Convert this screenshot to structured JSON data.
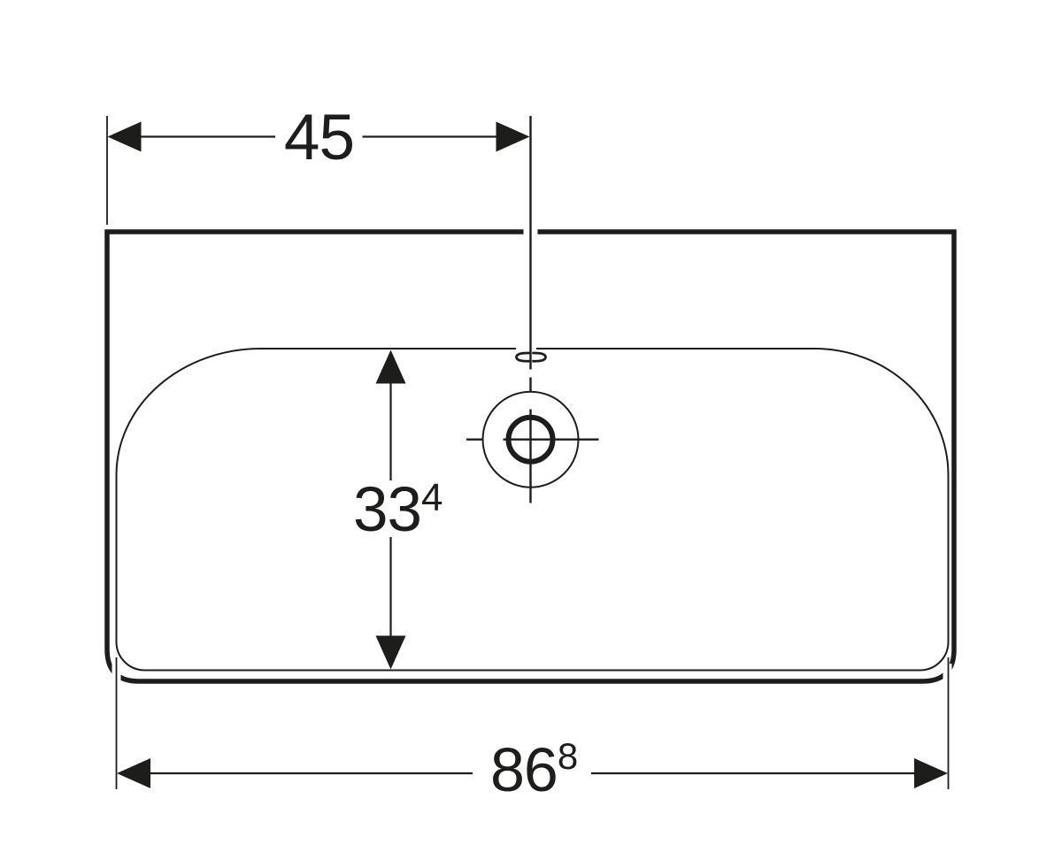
{
  "page": {
    "background_color": "#ffffff",
    "ink_color": "#1d1d1b"
  },
  "drawing": {
    "name": "washbasin top view dimensioned technical drawing",
    "features": {
      "tap_hole": "single tap hole with center cross mark",
      "overflow": "overflow slot on rear rim centerline"
    },
    "dimensions": {
      "tap_center_from_left": {
        "value": "45",
        "sup": ""
      },
      "basin_depth": {
        "value": "33",
        "sup": "4"
      },
      "overall_width": {
        "value": "86",
        "sup": "8"
      }
    }
  }
}
